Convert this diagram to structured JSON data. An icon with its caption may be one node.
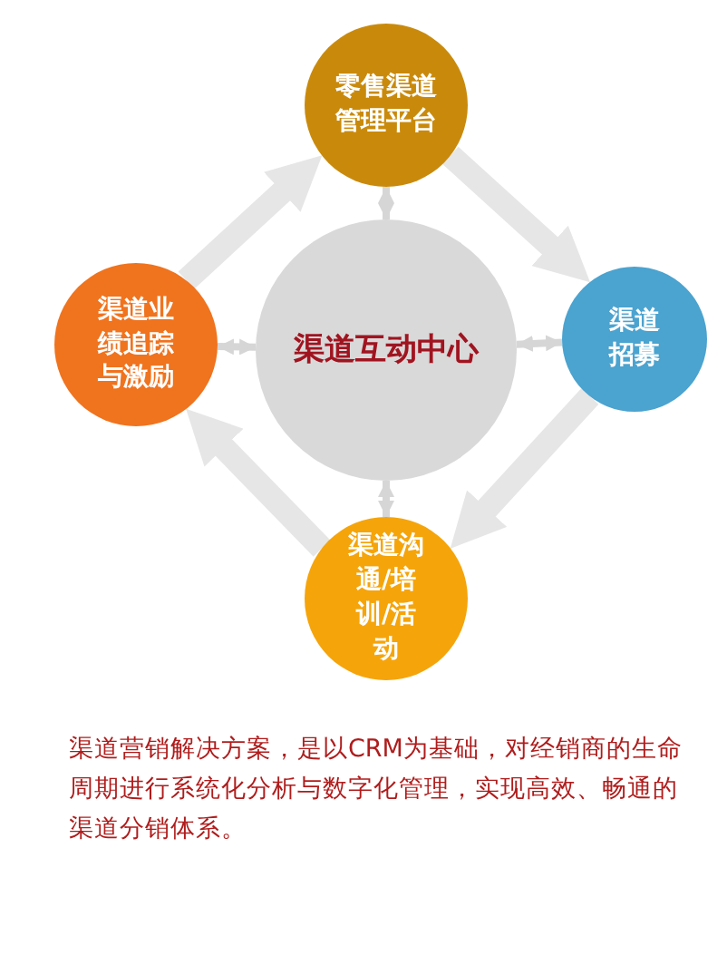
{
  "diagram": {
    "nodes": [
      {
        "text": [
          "渠道互动中心"
        ]
      },
      {
        "text": [
          "零售渠道管理平台"
        ]
      },
      {
        "text": [
          "渠道招募"
        ]
      },
      {
        "text": [
          "渠道沟通/培训/活动"
        ]
      },
      {
        "text": [
          "渠道业绩追踪与激励"
        ]
      }
    ],
    "edges": [
      {
        "from": 0,
        "to": 1,
        "arrow": "both"
      },
      {
        "from": 0,
        "to": 2,
        "arrow": "both"
      },
      {
        "from": 0,
        "to": 3,
        "arrow": "both"
      },
      {
        "from": 0,
        "to": 4,
        "arrow": "both"
      },
      {
        "from": 1,
        "to": 2,
        "arrow": "to",
        "style": "thick"
      },
      {
        "from": 2,
        "to": 3,
        "arrow": "to",
        "style": "thick"
      },
      {
        "from": 3,
        "to": 4,
        "arrow": "to",
        "style": "thick"
      },
      {
        "from": 4,
        "to": 1,
        "arrow": "to",
        "style": "thick"
      }
    ],
    "labels": [
      "渠道营销解决方案，是以CRM为基础，对经销商的生命周期进行系统化分析与数字化管理，实现高效、畅通的渠道分销体系。"
    ]
  }
}
